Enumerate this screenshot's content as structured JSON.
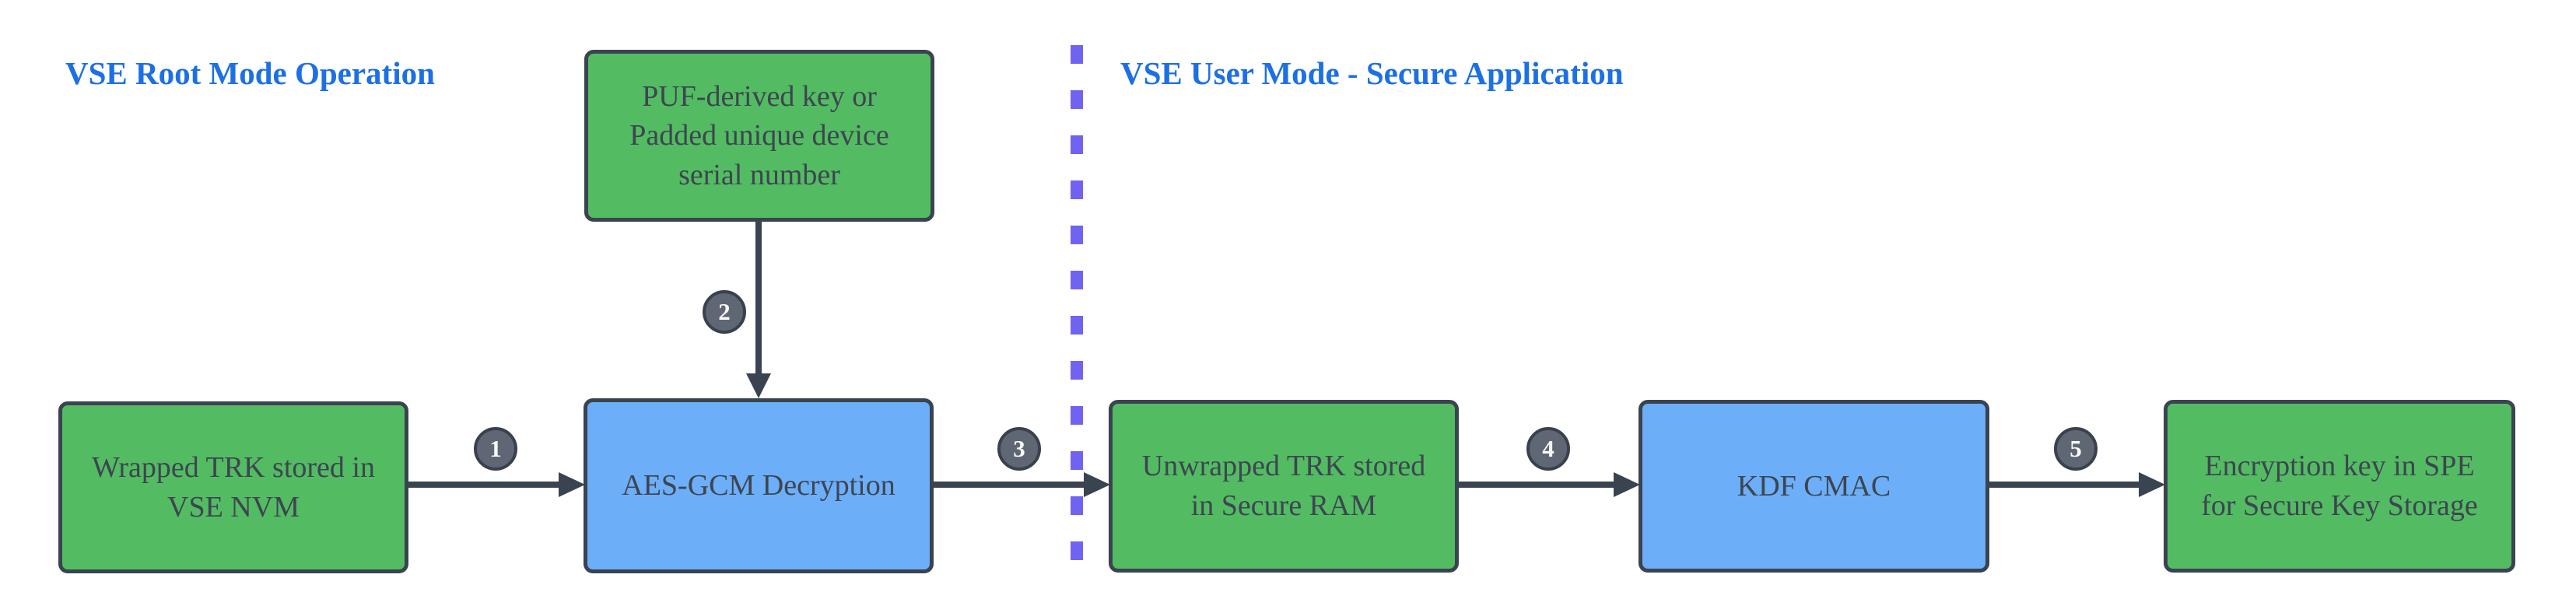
{
  "colors": {
    "green_fill": "#53BC62",
    "blue_fill": "#6DAEF8",
    "node_border": "#3A4350",
    "node_text": "#3D4551",
    "badge_fill": "#5F6774",
    "badge_border": "#39414D",
    "badge_text": "#FAFAFA",
    "arrow": "#3A4350",
    "divider": "#7163F2",
    "title": "#1D70E4"
  },
  "sections": [
    {
      "title": "VSE Root Mode Operation"
    },
    {
      "title": "VSE User Mode - Secure Application"
    }
  ],
  "nodes": [
    {
      "id": "puf-source",
      "label": "PUF-derived key or Padded unique device serial number",
      "kind": "green"
    },
    {
      "id": "wrapped-trk",
      "label": "Wrapped TRK stored in VSE NVM",
      "kind": "green"
    },
    {
      "id": "aes-gcm",
      "label": "AES-GCM Decryption",
      "kind": "blue"
    },
    {
      "id": "unwrapped-trk",
      "label": "Unwrapped TRK stored in Secure RAM",
      "kind": "green"
    },
    {
      "id": "kdf-cmac",
      "label": "KDF CMAC",
      "kind": "blue"
    },
    {
      "id": "enc-key",
      "label": "Encryption key in SPE for Secure Key Storage",
      "kind": "green"
    }
  ],
  "steps": [
    "1",
    "2",
    "3",
    "4",
    "5"
  ]
}
